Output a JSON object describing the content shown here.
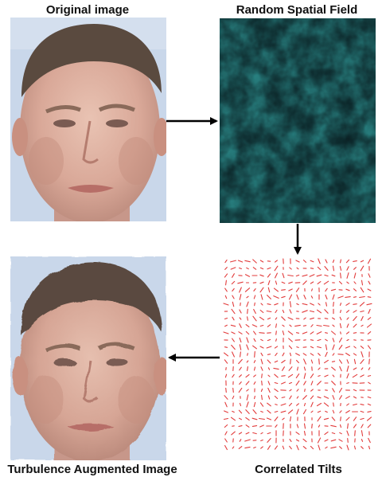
{
  "labels": {
    "original": "Original image",
    "random_field": "Random Spatial Field",
    "augmented": "Turbulence Augmented Image",
    "tilts": "Correlated Tilts"
  },
  "colors": {
    "field_low": "#3b2a7a",
    "field_mid": "#2c8f8a",
    "field_high": "#d9e040",
    "tilt_arrow": "#e23b3b",
    "arrow": "#000000",
    "face_bg": "#c9d7ea"
  },
  "icons": [
    "face-photo",
    "random-field-heatmap",
    "tilt-vector-field",
    "arrow-right",
    "arrow-down",
    "arrow-left"
  ]
}
